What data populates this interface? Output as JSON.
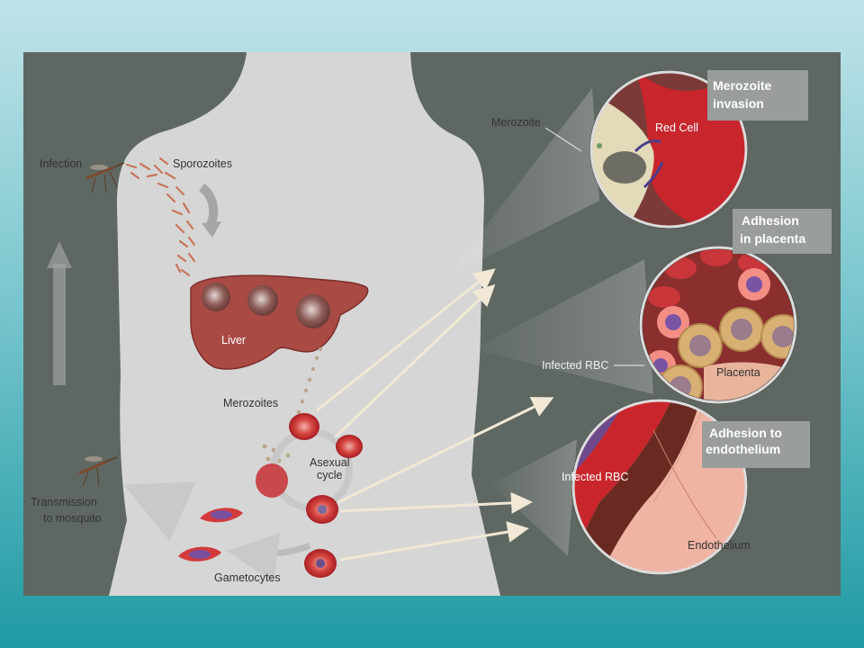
{
  "labels": {
    "infection": "Infection",
    "sporozoites": "Sporozoites",
    "liver": "Liver",
    "merozoites": "Merozoites",
    "asexual_cycle_1": "Asexual",
    "asexual_cycle_2": "cycle",
    "gametocytes": "Gametocytes",
    "transmission_1": "Transmission",
    "transmission_2": "to mosquito"
  },
  "panels": {
    "merozoite_invasion": {
      "title_1": "Merozoite",
      "title_2": "invasion",
      "label_merozoite": "Merozoite",
      "label_red_cell": "Red Cell"
    },
    "adhesion_placenta": {
      "title_1": "Adhesion",
      "title_2": "in placenta",
      "label_infected_rbc": "Infected RBC",
      "label_placenta": "Placenta"
    },
    "adhesion_endothelium": {
      "title_1": "Adhesion to",
      "title_2": "endothelium",
      "label_infected_rbc": "Infected RBC",
      "label_endothelium": "Endothelium"
    }
  },
  "colors": {
    "body_silhouette": "#d6d6d6",
    "background_panel": "#5f6762",
    "red_cell": "#c8262c",
    "liver": "#a94a44",
    "header_box": "#9a9e9b"
  }
}
